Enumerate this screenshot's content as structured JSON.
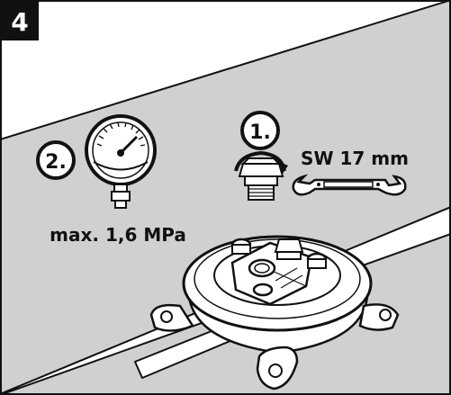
{
  "panel": {
    "step_number": "4"
  },
  "steps": [
    {
      "label": "1."
    },
    {
      "label": "2."
    }
  ],
  "tool": {
    "wrench_label": "SW 17 mm"
  },
  "gauge": {
    "pressure_label": "max. 1,6 MPa"
  },
  "colors": {
    "background": "#d0d0d0",
    "pipe": "#ffffff",
    "line": "#111111"
  },
  "icons": [
    "pressure-gauge-icon",
    "rotate-arrow-icon",
    "plug-nut-icon",
    "wrench-icon",
    "pump-housing-icon"
  ]
}
